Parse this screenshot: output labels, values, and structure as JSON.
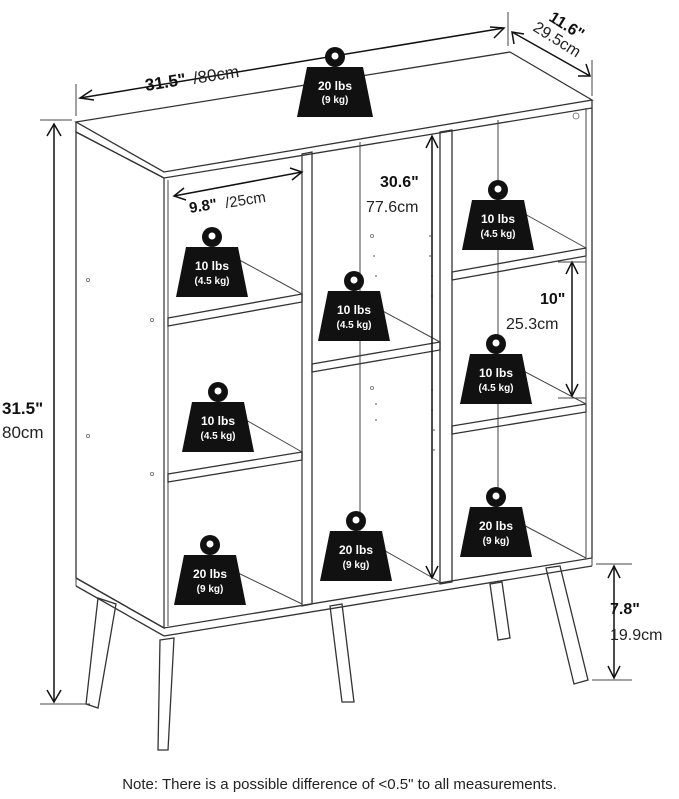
{
  "dimensions": {
    "width_in": "31.5\"",
    "width_cm": "/80cm",
    "depth_in": "11.6\"",
    "depth_cm": "29.5cm",
    "height_in": "31.5\"",
    "height_cm": "80cm",
    "cube_width_in": "9.8\"",
    "cube_width_cm": "/25cm",
    "center_height_in": "30.6\"",
    "center_height_cm": "77.6cm",
    "shelf_height_in": "10\"",
    "shelf_height_cm": "25.3cm",
    "leg_height_in": "7.8\"",
    "leg_height_cm": "19.9cm"
  },
  "weights": [
    {
      "id": "top",
      "lbs": "20 lbs",
      "kg": "(9 kg)"
    },
    {
      "id": "left-top",
      "lbs": "10 lbs",
      "kg": "(4.5 kg)"
    },
    {
      "id": "left-mid",
      "lbs": "10 lbs",
      "kg": "(4.5 kg)"
    },
    {
      "id": "left-bottom",
      "lbs": "20 lbs",
      "kg": "(9 kg)"
    },
    {
      "id": "center-top",
      "lbs": "10 lbs",
      "kg": "(4.5 kg)"
    },
    {
      "id": "center-bottom",
      "lbs": "20 lbs",
      "kg": "(9 kg)"
    },
    {
      "id": "right-top",
      "lbs": "10 lbs",
      "kg": "(4.5 kg)"
    },
    {
      "id": "right-mid",
      "lbs": "10 lbs",
      "kg": "(4.5 kg)"
    },
    {
      "id": "right-bottom",
      "lbs": "20 lbs",
      "kg": "(9 kg)"
    }
  ],
  "note": "Note: There is a possible difference of <0.5\" to all measurements.",
  "colors": {
    "weight_fill": "#111111",
    "line": "#333333"
  }
}
